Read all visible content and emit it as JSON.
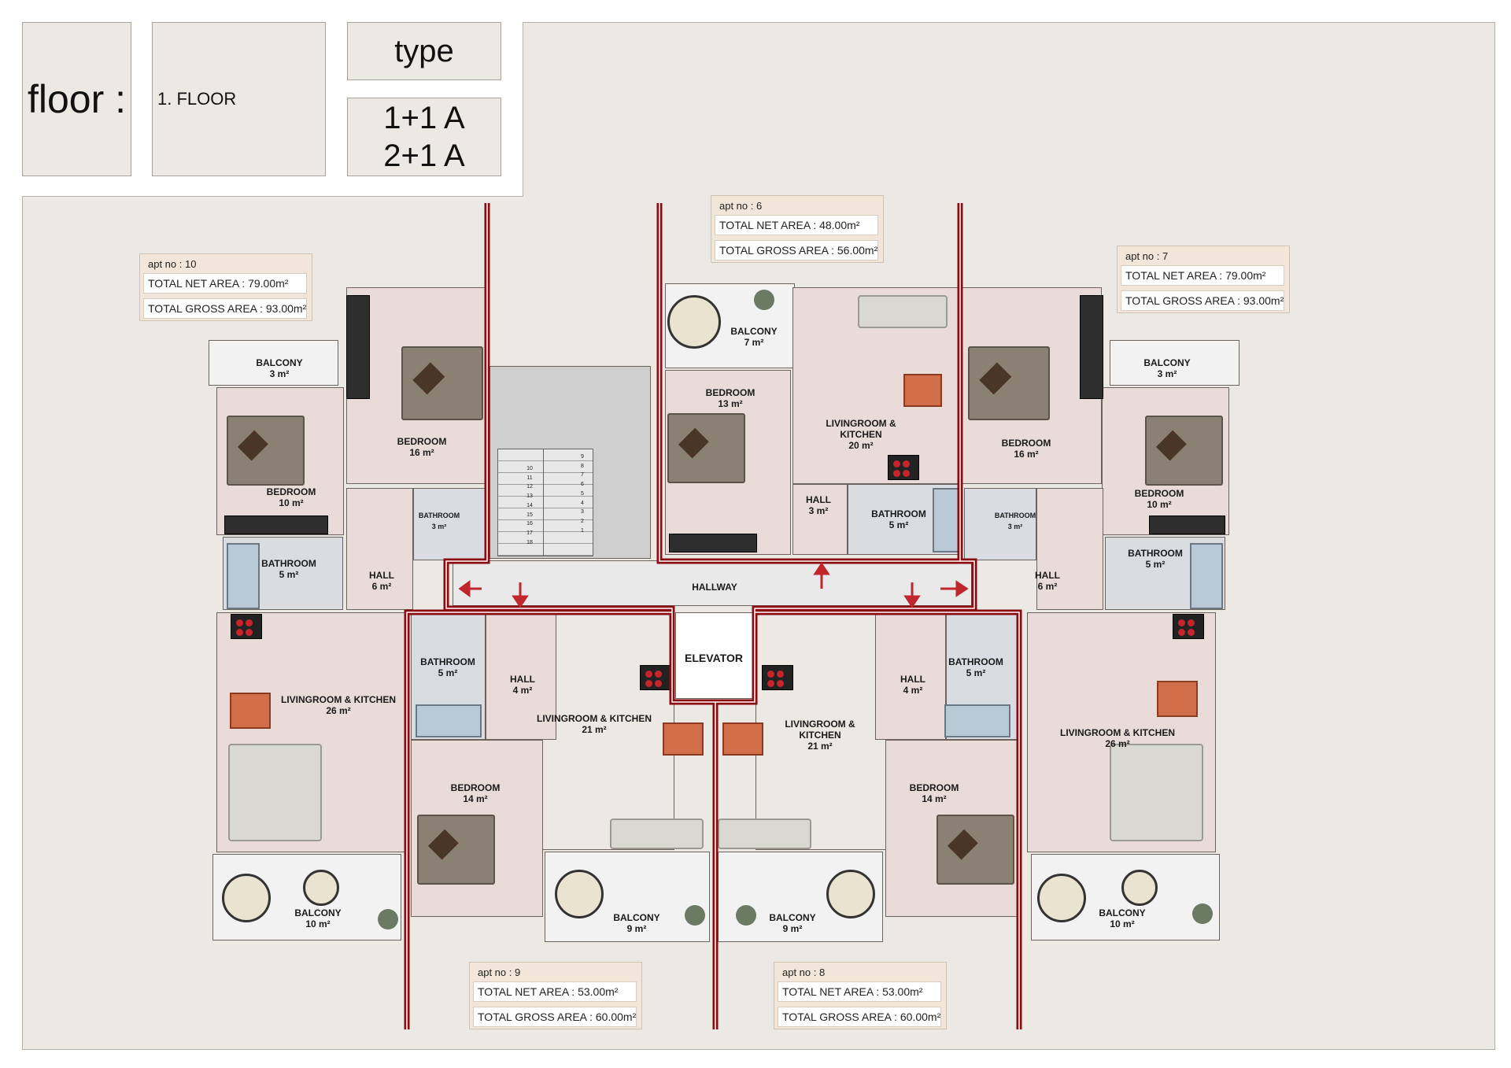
{
  "header": {
    "floor_label": "floor :",
    "floor_value": "1. FLOOR",
    "type_label": "type",
    "type_values": [
      "1+1 A",
      "2+1 A"
    ]
  },
  "apartments": [
    {
      "id": "10",
      "no_label": "apt no : 10",
      "net": "TOTAL NET AREA : 79.00m²",
      "gross": "TOTAL GROSS AREA : 93.00m²"
    },
    {
      "id": "6",
      "no_label": "apt no : 6",
      "net": "TOTAL NET AREA : 48.00m²",
      "gross": "TOTAL GROSS AREA : 56.00m²"
    },
    {
      "id": "7",
      "no_label": "apt no : 7",
      "net": "TOTAL NET AREA : 79.00m²",
      "gross": "TOTAL GROSS AREA : 93.00m²"
    },
    {
      "id": "9",
      "no_label": "apt no : 9",
      "net": "TOTAL NET AREA : 53.00m²",
      "gross": "TOTAL GROSS AREA : 60.00m²"
    },
    {
      "id": "8",
      "no_label": "apt no : 8",
      "net": "TOTAL NET AREA : 53.00m²",
      "gross": "TOTAL GROSS AREA : 60.00m²"
    }
  ],
  "rooms": {
    "a10_balcony": {
      "name": "BALCONY",
      "area": "3 m²"
    },
    "a10_bed16": {
      "name": "BEDROOM",
      "area": "16 m²"
    },
    "a10_bed10": {
      "name": "BEDROOM",
      "area": "10 m²"
    },
    "a10_bath3": {
      "name": "BATHROOM",
      "area": "3 m²"
    },
    "a10_bath5": {
      "name": "BATHROOM",
      "area": "5 m²"
    },
    "a10_hall": {
      "name": "HALL",
      "area": "6 m²"
    },
    "a10_living": {
      "name": "LIVINGROOM & KITCHEN",
      "area": "26 m²"
    },
    "a10_balc10": {
      "name": "BALCONY",
      "area": "10 m²"
    },
    "a6_balcony": {
      "name": "BALCONY",
      "area": "7 m²"
    },
    "a6_bed13": {
      "name": "BEDROOM",
      "area": "13 m²"
    },
    "a6_living": {
      "name": "LIVINGROOM &",
      "name2": "KITCHEN",
      "area": "20 m²"
    },
    "a6_hall": {
      "name": "HALL",
      "area": "3 m²"
    },
    "a6_bath": {
      "name": "BATHROOM",
      "area": "5 m²"
    },
    "a7_bed16": {
      "name": "BEDROOM",
      "area": "16 m²"
    },
    "a7_balcony": {
      "name": "BALCONY",
      "area": "3 m²"
    },
    "a7_bed10": {
      "name": "BEDROOM",
      "area": "10 m²"
    },
    "a7_bath3": {
      "name": "BATHROOM",
      "area": "3 m²"
    },
    "a7_bath5": {
      "name": "BATHROOM",
      "area": "5 m²"
    },
    "a7_hall": {
      "name": "HALL",
      "area": "6 m²"
    },
    "a7_living": {
      "name": "LIVINGROOM & KITCHEN",
      "area": "26 m²"
    },
    "a7_balc10": {
      "name": "BALCONY",
      "area": "10 m²"
    },
    "a9_bath": {
      "name": "BATHROOM",
      "area": "5 m²"
    },
    "a9_hall": {
      "name": "HALL",
      "area": "4 m²"
    },
    "a9_living": {
      "name": "LIVINGROOM & KITCHEN",
      "area": "21 m²"
    },
    "a9_bed14": {
      "name": "BEDROOM",
      "area": "14 m²"
    },
    "a9_balc": {
      "name": "BALCONY",
      "area": "9 m²"
    },
    "a8_living": {
      "name": "LIVINGROOM &",
      "name2": "KITCHEN",
      "area": "21 m²"
    },
    "a8_hall": {
      "name": "HALL",
      "area": "4 m²"
    },
    "a8_bath": {
      "name": "BATHROOM",
      "area": "5 m²"
    },
    "a8_bed14": {
      "name": "BEDROOM",
      "area": "14 m²"
    },
    "a8_balc": {
      "name": "BALCONY",
      "area": "9 m²"
    }
  },
  "common": {
    "hallway": "HALLWAY",
    "elevator": "ELEVATOR",
    "stair_numbers_left": [
      "10",
      "11",
      "12",
      "13",
      "14",
      "15",
      "16",
      "17",
      "18"
    ],
    "stair_numbers_right": [
      "9",
      "8",
      "7",
      "6",
      "5",
      "4",
      "3",
      "2",
      "1"
    ]
  },
  "colors": {
    "boundary": "#8b0d12",
    "arrow": "#c0272d",
    "background": "#ece8e3",
    "info_box": "#f1e6d9"
  }
}
